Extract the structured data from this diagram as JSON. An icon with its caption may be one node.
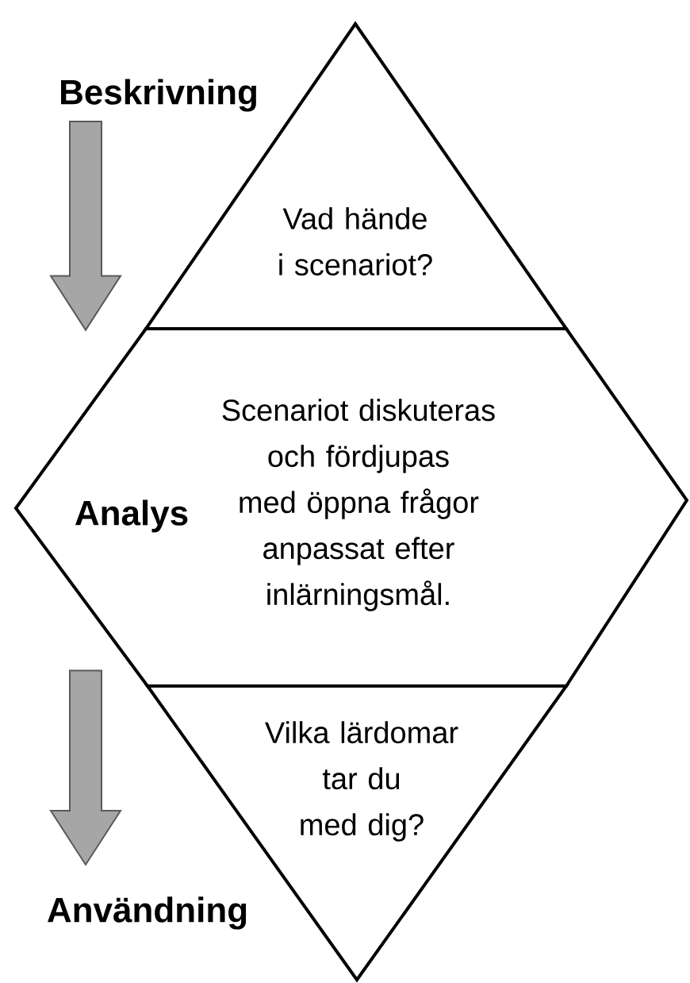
{
  "diagram": {
    "nodes": [
      {
        "text": [
          "Beskrivning"
        ]
      },
      {
        "text": [
          "Vad hände i scenariot?"
        ]
      },
      {
        "text": [
          "Analys",
          "Scenariot diskuteras och fördjupas med öppna frågor anpassat efter inlärningsmål."
        ]
      },
      {
        "text": [
          "Vilka lärdomar tar du med dig?"
        ]
      },
      {
        "text": [
          "Användning"
        ]
      }
    ],
    "edges": [
      {
        "from": 0,
        "to": 2,
        "arrow": "to"
      },
      {
        "from": 2,
        "to": 4,
        "arrow": "to"
      }
    ]
  }
}
